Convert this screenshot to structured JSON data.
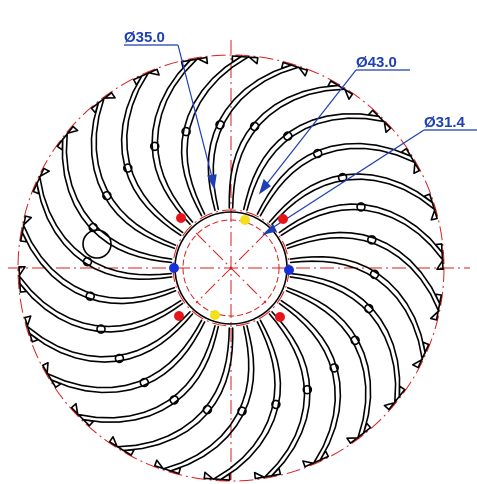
{
  "drawing": {
    "type": "radial heatsink profile (CAD)",
    "fin_count": 26,
    "colors": {
      "profile_line": "#000000",
      "center_line": "#d81e1e",
      "dimension": "#1f3fb5",
      "marker_red": "#e8141b",
      "marker_blue": "#1530d8",
      "marker_yellow": "#f2e01a"
    },
    "dimensions": [
      {
        "label": "Ø35.0"
      },
      {
        "label": "Ø43.0"
      },
      {
        "label": "Ø31.4"
      }
    ],
    "markers": [
      {
        "name": "marker-red-top-left",
        "color": "red"
      },
      {
        "name": "marker-yellow-top",
        "color": "yellow"
      },
      {
        "name": "marker-red-top-right",
        "color": "red"
      },
      {
        "name": "marker-blue-left",
        "color": "blue"
      },
      {
        "name": "marker-blue-right",
        "color": "blue"
      },
      {
        "name": "marker-red-bottom-left",
        "color": "red"
      },
      {
        "name": "marker-yellow-bottom",
        "color": "yellow"
      },
      {
        "name": "marker-red-bottom-right",
        "color": "red"
      }
    ]
  }
}
